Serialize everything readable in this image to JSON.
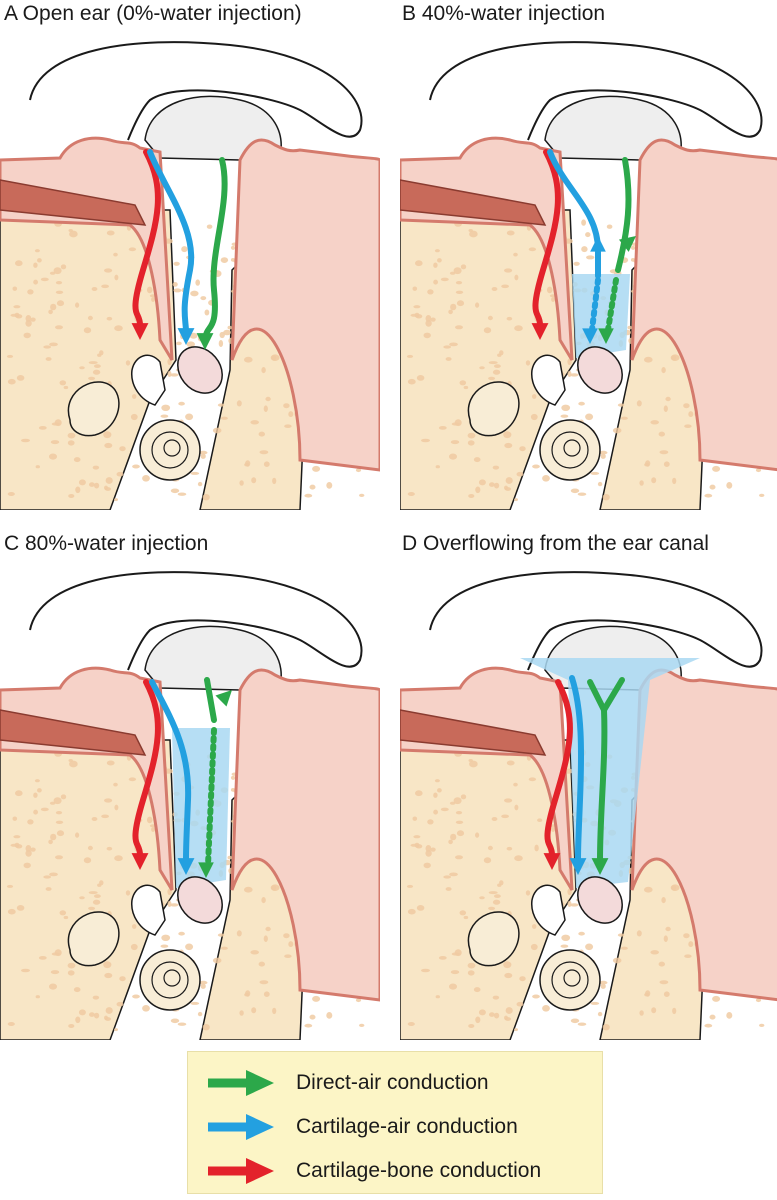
{
  "panels": [
    {
      "id": "A",
      "title": "A Open ear (0%-water injection)",
      "water_fill": 0
    },
    {
      "id": "B",
      "title": "B 40%-water injection",
      "water_fill": 0.4
    },
    {
      "id": "C",
      "title": "C 80%-water injection",
      "water_fill": 0.8
    },
    {
      "id": "D",
      "title": "D Overflowing from the ear canal",
      "water_fill": 1.0
    }
  ],
  "legend": {
    "items": [
      {
        "label": "Direct-air conduction",
        "color": "#2ca84a"
      },
      {
        "label": "Cartilage-air conduction",
        "color": "#23a0e0"
      },
      {
        "label": "Cartilage-bone conduction",
        "color": "#e3222b"
      }
    ],
    "background": "#fcf5c6"
  },
  "colors": {
    "skin": "#f6d2c8",
    "skin_edge": "#d47a6c",
    "muscle": "#c86a5a",
    "bone": "#f8e6c6",
    "water": "#a9d8f2",
    "tympanic": "#f3dada"
  }
}
